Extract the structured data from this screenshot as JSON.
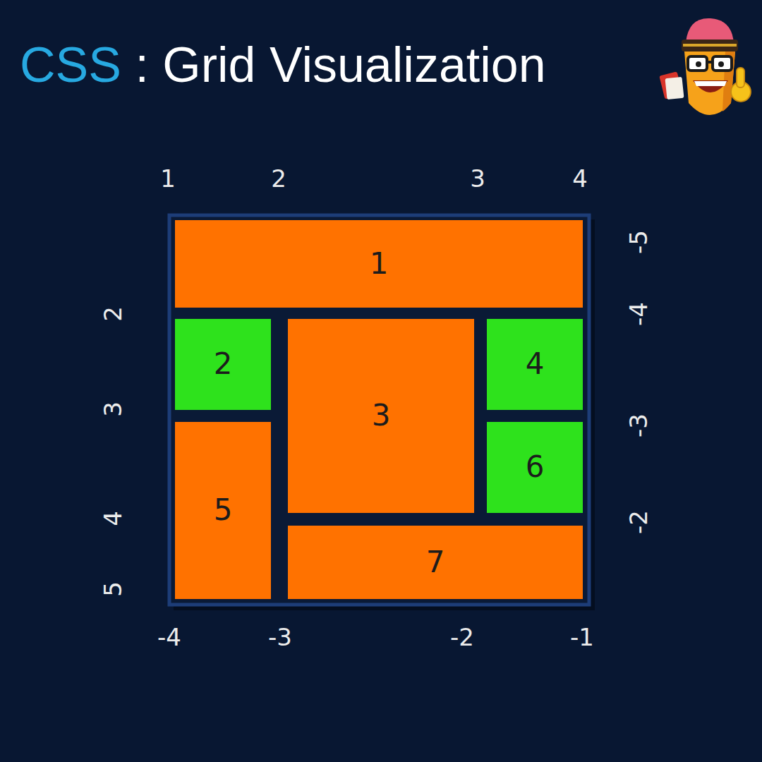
{
  "diagram": {
    "title": "CSS : Grid Visualization",
    "nodes": [
      {
        "text": [
          "1"
        ]
      },
      {
        "text": [
          "2"
        ]
      },
      {
        "text": [
          "3"
        ]
      },
      {
        "text": [
          "4"
        ]
      },
      {
        "text": [
          "5"
        ]
      },
      {
        "text": [
          "6"
        ]
      },
      {
        "text": [
          "7"
        ]
      }
    ],
    "labels": [
      "1",
      "2",
      "3",
      "4",
      "2",
      "3",
      "4",
      "5",
      "-5",
      "-4",
      "-3",
      "-2",
      "-4",
      "-3",
      "-2",
      "-1"
    ]
  }
}
